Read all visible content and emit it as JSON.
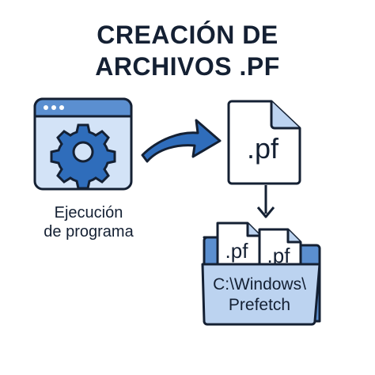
{
  "title": {
    "line1": "CREACIÓN DE",
    "line2": "ARCHIVOS .PF"
  },
  "program": {
    "caption_line1": "Ejecución",
    "caption_line2": "de programa",
    "icon": "gear-window-icon"
  },
  "file": {
    "label": ".pf",
    "icon": "document-icon"
  },
  "folder": {
    "file_labels": [
      ".pf",
      ".pf"
    ],
    "path_line1": "C:\\Windows\\",
    "path_line2": "Prefetch",
    "icon": "folder-icon"
  },
  "colors": {
    "outline": "#142033",
    "fill_light": "#bcd3f0",
    "fill_mid": "#5b8fd0",
    "accent": "#2f6dbb"
  }
}
